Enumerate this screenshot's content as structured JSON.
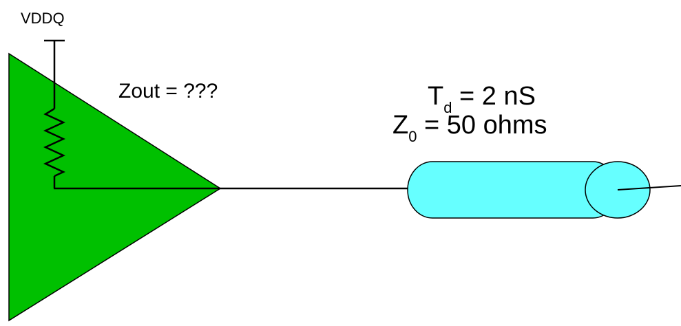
{
  "supply": {
    "label": "VDDQ"
  },
  "driver": {
    "zout_label": "Zout = ???",
    "fill_color": "#00C000"
  },
  "transmission_line": {
    "delay": {
      "symbol": "T",
      "subscript": "d",
      "value_text": "= 2 nS"
    },
    "impedance": {
      "symbol": "Z",
      "subscript": "0",
      "value_text": "= 50 ohms"
    },
    "fill_color": "#66FFFF"
  },
  "colors": {
    "line": "#000000",
    "background": "#FFFFFF"
  }
}
